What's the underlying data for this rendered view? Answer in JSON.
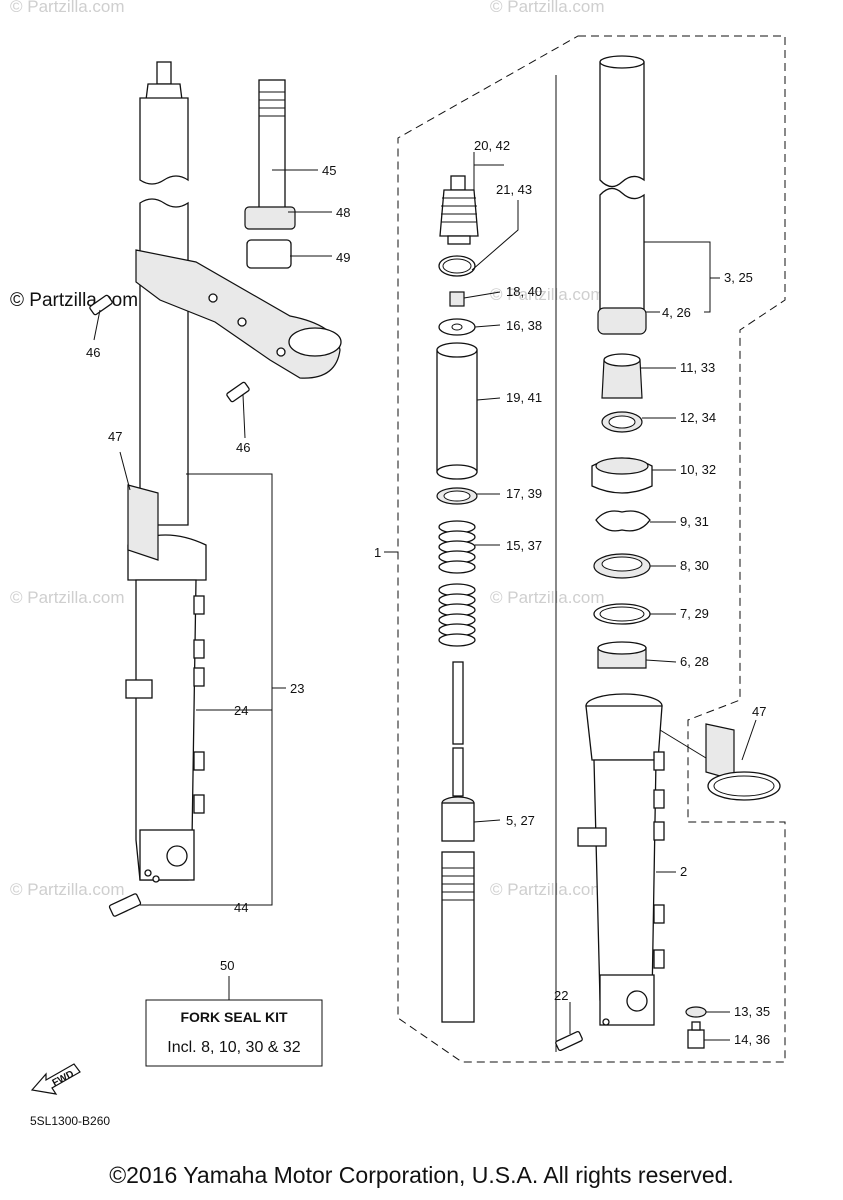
{
  "watermark": "© Partzilla.com",
  "watermark_main": "© Partzilla.com",
  "callouts": {
    "c1": "1",
    "c2": "2",
    "c3_25": "3, 25",
    "c4_26": "4, 26",
    "c5_27": "5, 27",
    "c6_28": "6, 28",
    "c7_29": "7, 29",
    "c8_30": "8, 30",
    "c9_31": "9, 31",
    "c10_32": "10, 32",
    "c11_33": "11, 33",
    "c12_34": "12, 34",
    "c13_35": "13, 35",
    "c14_36": "14, 36",
    "c15_37": "15, 37",
    "c16_38": "16, 38",
    "c17_39": "17, 39",
    "c18_40": "18, 40",
    "c19_41": "19, 41",
    "c20_42": "20, 42",
    "c21_43": "21, 43",
    "c22": "22",
    "c23": "23",
    "c24": "24",
    "c44": "44",
    "c45": "45",
    "c46a": "46",
    "c46b": "46",
    "c47a": "47",
    "c47b": "47",
    "c48": "48",
    "c49": "49",
    "c50": "50"
  },
  "kit_box": {
    "title": "FORK SEAL KIT",
    "contents": "Incl. 8, 10, 30 & 32"
  },
  "fwd_label": "FWD",
  "diagram_code": "5SL1300-B260",
  "copyright": "©2016 Yamaha Motor Corporation, U.S.A. All rights reserved."
}
